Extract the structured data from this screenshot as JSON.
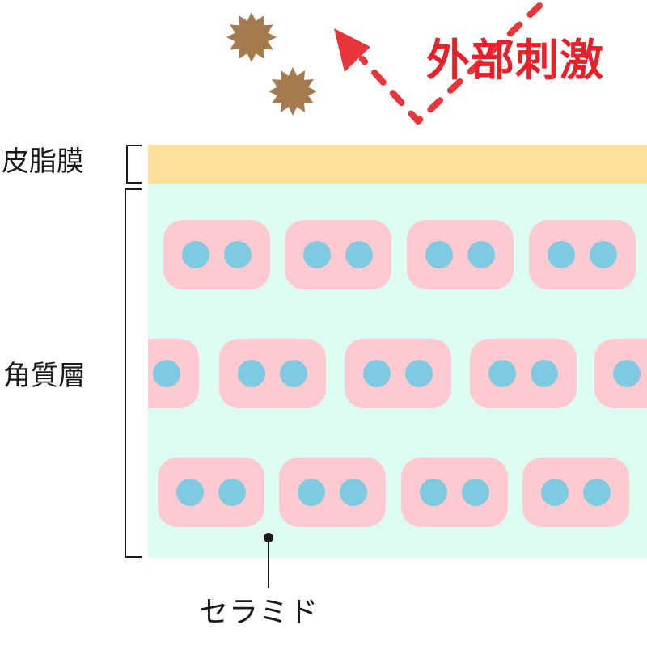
{
  "labels": {
    "sebum_film": "皮脂膜",
    "stratum_corneum": "角質層",
    "ceramide": "セラミド",
    "external_stimulus": "外部刺激"
  },
  "colors": {
    "sebum_film": "#fde09b",
    "stratum_corneum_bg": "#dcfbf1",
    "cell_body": "#fccad0",
    "cell_nucleus": "#7ecae0",
    "irritant": "#a67a4f",
    "arrow": "#e8353a",
    "stimulus_text": "#e8202a",
    "bracket": "#1a1a1a"
  },
  "icons": {
    "irritant": "irritant-particle-icon",
    "arrow": "deflected-arrow-icon"
  }
}
